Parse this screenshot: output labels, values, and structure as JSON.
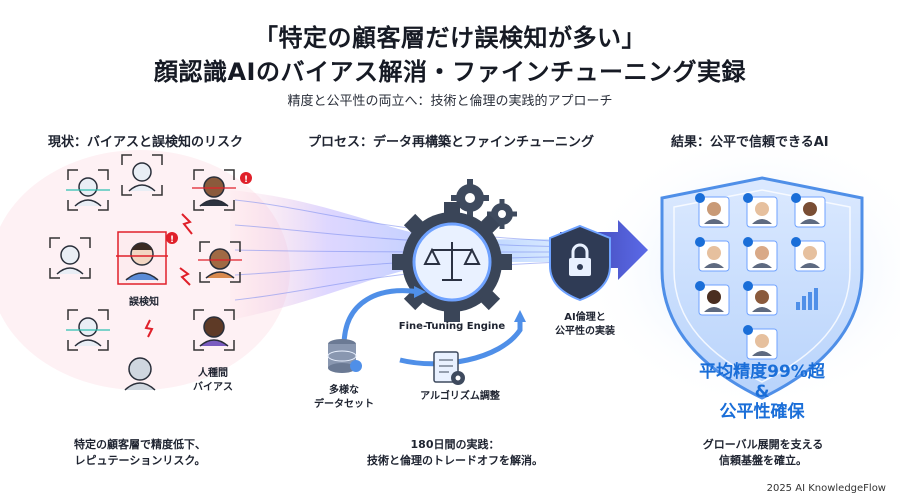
{
  "header": {
    "title_line1": "「特定の顧客層だけ誤検知が多い」",
    "title_line2": "顔認識AIのバイアス解消・ファインチューニング実録",
    "subtitle": "精度と公平性の両立へ：技術と倫理の実践的アプローチ"
  },
  "sections": {
    "left": {
      "heading": "現状：バイアスと誤検知のリスク",
      "label_false_detect": "誤検知",
      "label_bias_line1": "人種間",
      "label_bias_line2": "バイアス",
      "caption_line1": "特定の顧客層で精度低下、",
      "caption_line2": "レピュテーションリスク。"
    },
    "middle": {
      "heading": "プロセス：データ再構築とファインチューニング",
      "engine_label": "Fine-Tuning Engine",
      "ethics_line1": "AI倫理と",
      "ethics_line2": "公平性の実装",
      "dataset_line1": "多様な",
      "dataset_line2": "データセット",
      "algorithm_label": "アルゴリズム調整",
      "caption_line1": "180日間の実践：",
      "caption_line2": "技術と倫理のトレードオフを解消。"
    },
    "right": {
      "heading": "結果：公平で信頼できるAI",
      "result_line1": "平均精度99%超",
      "result_line2": "&",
      "result_line3": "公平性確保",
      "caption_line1": "グローバル展開を支える",
      "caption_line2": "信頼基盤を確立。"
    }
  },
  "footer": {
    "credit": "2025 AI KnowledgeFlow"
  },
  "colors": {
    "accent_blue": "#1a6ed8",
    "alert_red": "#e0202a",
    "shield_blue": "#4f8fe8",
    "flow_purple": "#7a5cf0"
  },
  "icons": [
    "face-frame-icon",
    "alert-icon",
    "lightning-icon",
    "gear-icon",
    "scales-icon",
    "lock-icon",
    "database-icon",
    "document-gear-icon",
    "shield-icon",
    "checkmark-icon",
    "bar-chart-icon",
    "arrow-icon"
  ]
}
